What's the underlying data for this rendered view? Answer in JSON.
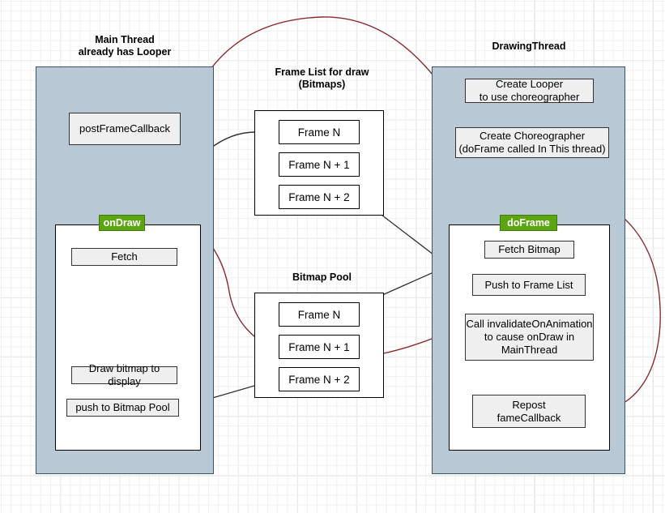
{
  "diagram": {
    "title": "Android Choreographer drawing-thread flow",
    "colors": {
      "panel_fill": "#b9c8d5",
      "panel_border": "#36566e",
      "node_fill": "#efefef",
      "node_border": "#333333",
      "badge_fill": "#5ba512",
      "badge_text": "#ffffff",
      "arrow_black": "#000000",
      "arrow_red": "#8c2b2b",
      "grid_minor": "#f0f0f0",
      "grid_major": "#dcdcdc",
      "background": "#ffffff"
    }
  },
  "columns": {
    "main_thread": {
      "title": "Main Thread\nalready has Looper",
      "nodes": {
        "post_frame_callback": "postFrameCallback",
        "on_draw_badge": "onDraw",
        "fetch": "Fetch",
        "draw_bitmap": "Draw bitmap to display",
        "push_to_pool": "push to Bitmap Pool"
      }
    },
    "frame_list": {
      "title": "Frame List for draw\n(Bitmaps)",
      "slots": [
        "Frame N",
        "Frame N + 1",
        "Frame N + 2"
      ]
    },
    "bitmap_pool": {
      "title": "Bitmap Pool",
      "slots": [
        "Frame N",
        "Frame N + 1",
        "Frame N + 2"
      ]
    },
    "drawing_thread": {
      "title": "DrawingThread",
      "nodes": {
        "create_looper": "Create Looper\nto use choreographer",
        "create_choreographer": "Create Choreographer\n(doFrame called In This thread)",
        "do_frame_badge": "doFrame",
        "fetch_bitmap": "Fetch Bitmap",
        "push_to_frame_list": "Push to Frame List",
        "call_invalidate": "Call invalidateOnAnimation\nto cause onDraw in\nMainThread",
        "repost_callback": "Repost\nfameCallback"
      }
    }
  },
  "connectors": [
    {
      "name": "post-frame-callback-to-do-frame",
      "from": "postFrameCallback",
      "to": "doFrame",
      "style": "curve",
      "color": "#8c2b2b"
    },
    {
      "name": "frame-n-to-fetch",
      "from": "Frame N (Frame List)",
      "to": "Fetch",
      "style": "curve",
      "color": "#000000"
    },
    {
      "name": "do-frame-region-to-on-draw",
      "from": "Call invalidateOnAnimation",
      "to": "onDraw",
      "style": "curve",
      "color": "#8c2b2b"
    },
    {
      "name": "push-to-frame-list-to-frame-n-plus-2",
      "from": "Push to Frame List",
      "to": "Frame N + 2 (Frame List)",
      "style": "straight",
      "color": "#000000"
    },
    {
      "name": "pool-frame-n-to-fetch-bitmap",
      "from": "Frame N (Bitmap Pool)",
      "to": "Fetch Bitmap",
      "style": "straight",
      "color": "#000000"
    },
    {
      "name": "push-to-bitmap-pool-to-pool-frame-n-plus-2",
      "from": "push to Bitmap Pool",
      "to": "Frame N + 2 (Bitmap Pool)",
      "style": "straight",
      "color": "#000000"
    },
    {
      "name": "repost-callback-to-do-frame",
      "from": "Repost fameCallback",
      "to": "doFrame",
      "style": "loop",
      "color": "#8c2b2b"
    }
  ]
}
